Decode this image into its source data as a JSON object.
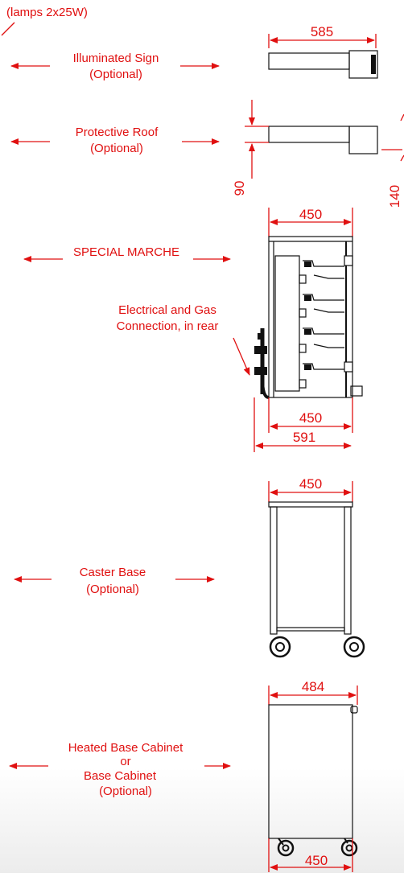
{
  "colors": {
    "annotation": "#e01010",
    "drawing": "#111111",
    "background": "#ffffff"
  },
  "header_note": "(lamps 2x25W)",
  "sections": {
    "illuminated_sign": {
      "line1": "Illuminated Sign",
      "line2": "(Optional)",
      "dim_width": "585"
    },
    "protective_roof": {
      "line1": "Protective Roof",
      "line2": "(Optional)",
      "dim_height_left": "90",
      "dim_height_right": "140"
    },
    "special_marche": {
      "label": "SPECIAL MARCHE",
      "dim_top": "450",
      "dim_base": "450",
      "dim_depth": "591"
    },
    "connection": {
      "line1": "Electrical and Gas",
      "line2": "Connection, in rear"
    },
    "caster_base": {
      "line1": "Caster Base",
      "line2": "(Optional)",
      "dim_width": "450"
    },
    "base_cabinet": {
      "line1": "Heated Base Cabinet",
      "line2": "or",
      "line3": "Base Cabinet",
      "line4": "(Optional)",
      "dim_top": "484",
      "dim_bottom": "450"
    }
  }
}
